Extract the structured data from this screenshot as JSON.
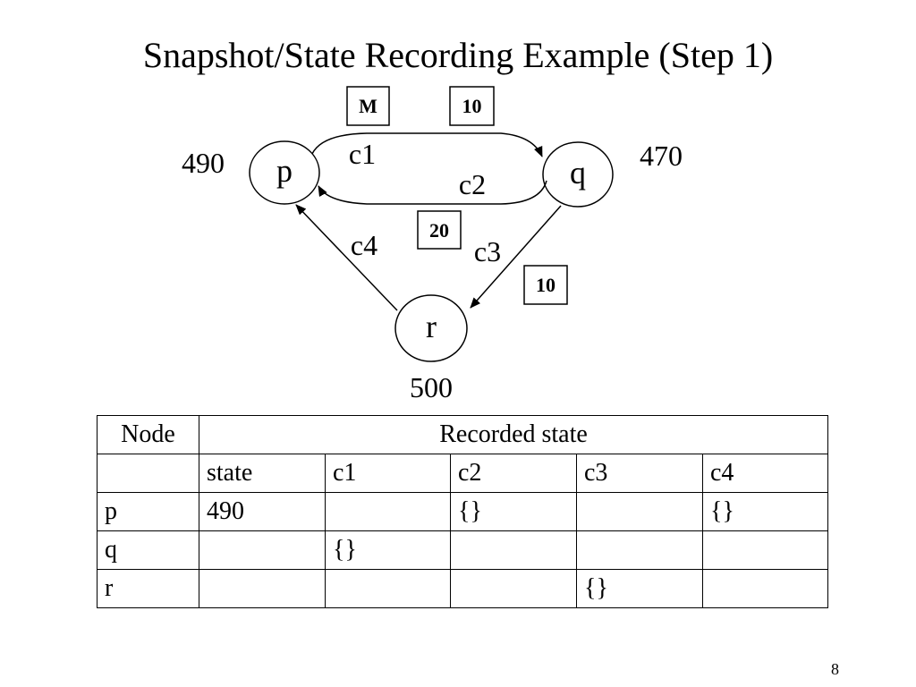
{
  "slide": {
    "title": "Snapshot/State Recording Example (Step 1)",
    "page_number": "8"
  },
  "diagram": {
    "nodes": [
      {
        "id": "p",
        "label": "p",
        "value": "490"
      },
      {
        "id": "q",
        "label": "q",
        "value": "470"
      },
      {
        "id": "r",
        "label": "r",
        "value": "500"
      }
    ],
    "channels": [
      {
        "id": "c1",
        "label": "c1",
        "from": "p",
        "to": "q"
      },
      {
        "id": "c2",
        "label": "c2",
        "from": "q",
        "to": "p"
      },
      {
        "id": "c3",
        "label": "c3",
        "from": "q",
        "to": "r"
      },
      {
        "id": "c4",
        "label": "c4",
        "from": "r",
        "to": "p"
      }
    ],
    "messages": [
      {
        "label": "M",
        "channel": "c1"
      },
      {
        "label": "10",
        "channel": "c1"
      },
      {
        "label": "20",
        "channel": "c2"
      },
      {
        "label": "10",
        "channel": "c3"
      }
    ]
  },
  "table": {
    "header": {
      "node": "Node",
      "recorded_state": "Recorded state"
    },
    "subheader": [
      "",
      "state",
      "c1",
      "c2",
      "c3",
      "c4"
    ],
    "rows": [
      [
        "p",
        "490",
        "",
        "{}",
        "",
        "{}"
      ],
      [
        "q",
        "",
        "{}",
        "",
        "",
        ""
      ],
      [
        "r",
        "",
        "",
        "",
        "{}",
        ""
      ]
    ]
  }
}
